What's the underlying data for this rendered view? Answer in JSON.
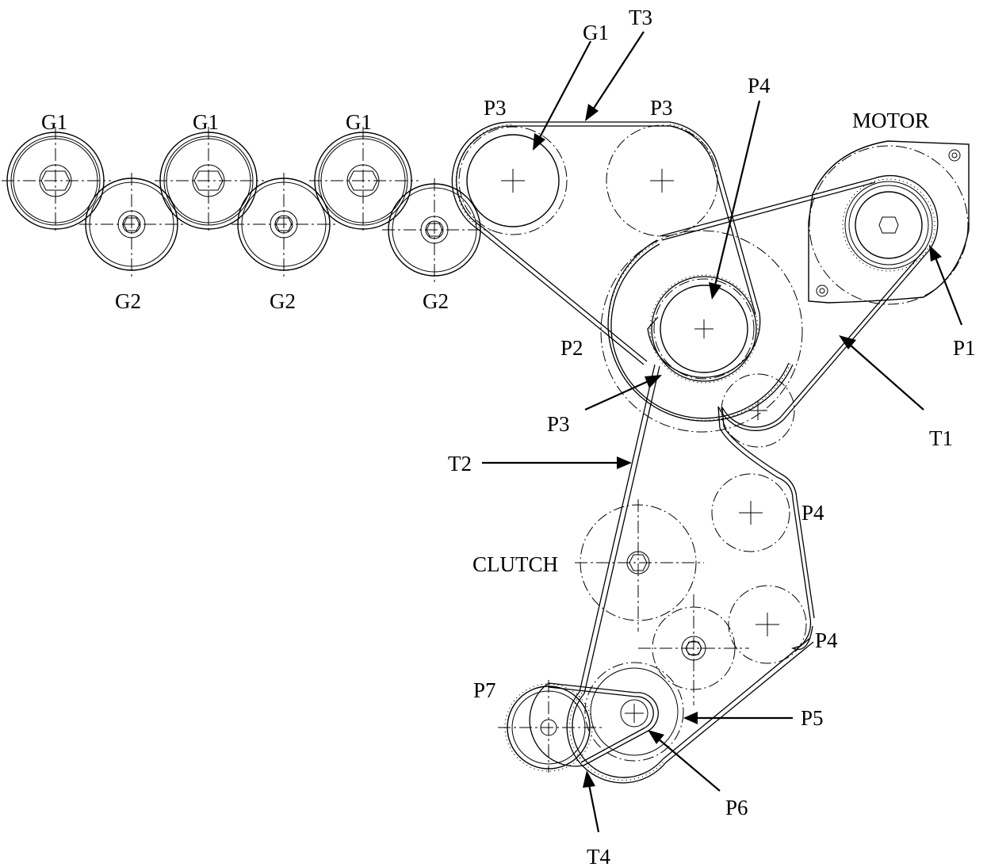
{
  "labels": {
    "g1_left": "G1",
    "g1_mid": "G1",
    "g1_right": "G1",
    "g1_top": "G1",
    "g2_left": "G2",
    "g2_mid": "G2",
    "g2_right": "G2",
    "t3": "T3",
    "p3_left": "P3",
    "p3_right": "P3",
    "p4_top": "P4",
    "motor": "MOTOR",
    "p2": "P2",
    "p1": "P1",
    "t1": "T1",
    "p3_lower": "P3",
    "t2": "T2",
    "p4_mid": "P4",
    "clutch": "CLUTCH",
    "p4_low": "P4",
    "p7": "P7",
    "p5": "P5",
    "p6": "P6",
    "t4": "T4"
  }
}
